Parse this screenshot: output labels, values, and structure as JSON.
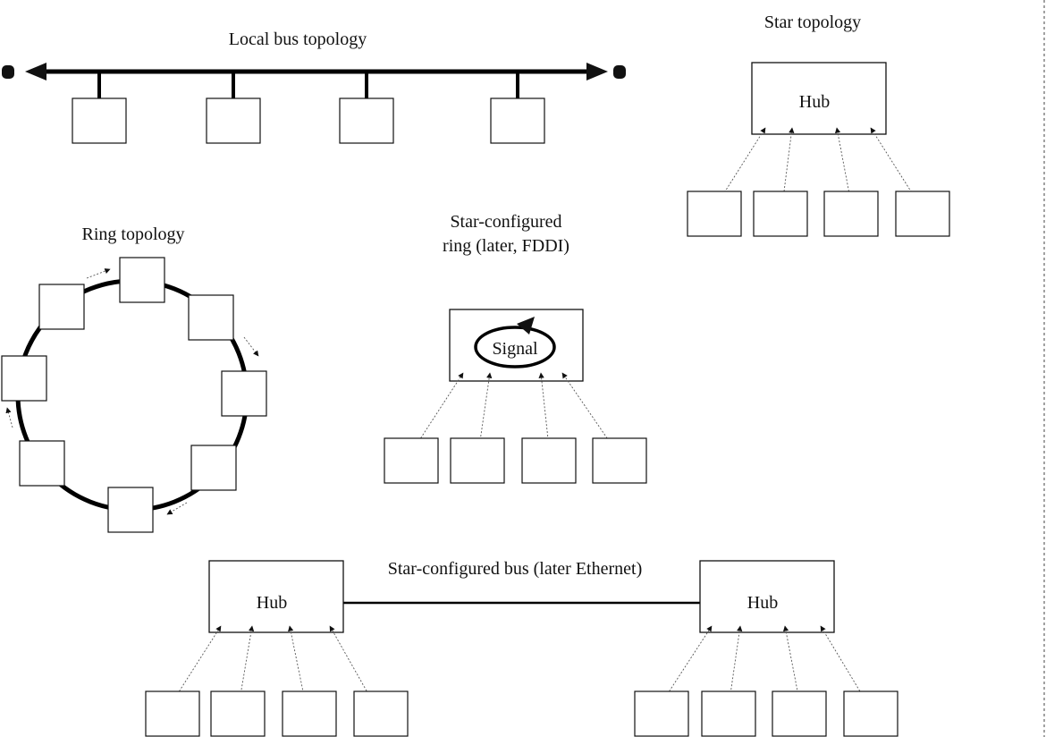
{
  "diagram": {
    "bus": {
      "title": "Local bus topology"
    },
    "star": {
      "title": "Star topology",
      "hub": "Hub"
    },
    "ring": {
      "title": "Ring topology"
    },
    "star_ring": {
      "title_line1": "Star-configured",
      "title_line2": "ring (later, FDDI)",
      "signal": "Signal"
    },
    "star_bus": {
      "title": "Star-configured bus (later Ethernet)",
      "hub_left": "Hub",
      "hub_right": "Hub"
    }
  }
}
